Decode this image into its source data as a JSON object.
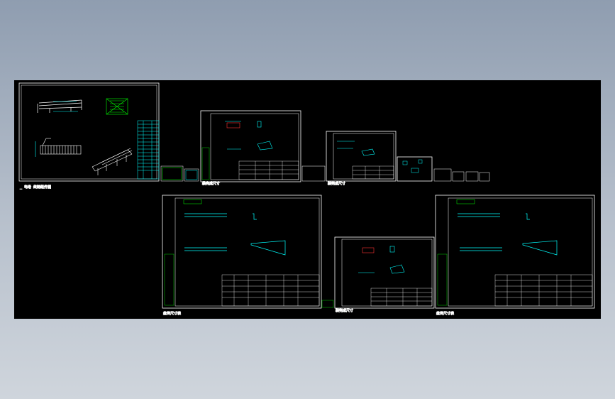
{
  "viewer": {
    "background_color": "#000000",
    "frame_color": "#ffffff",
    "geometry_color": "#00ffff",
    "text_color": "#00ff00"
  },
  "sheets": [
    {
      "id": "assembly-sheet",
      "caption": "_ 电老 终制组件图"
    },
    {
      "id": "part-sheet-1",
      "caption": "装完成尺寸"
    },
    {
      "id": "part-sheet-2",
      "caption": "装完成尺寸"
    },
    {
      "id": "part-sheet-3",
      "caption": ""
    },
    {
      "id": "detail-sheet-left",
      "caption": "盘传尺寸表"
    },
    {
      "id": "detail-sheet-middle",
      "caption": "装完成尺寸"
    },
    {
      "id": "detail-sheet-right",
      "caption": "盘传尺寸表"
    }
  ]
}
